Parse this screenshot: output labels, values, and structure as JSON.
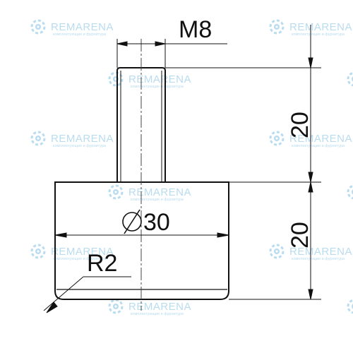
{
  "drawing": {
    "thread_label": "M8",
    "diameter_label": "30",
    "radius_label": "R2",
    "stem_height_label": "20",
    "base_height_label": "20",
    "diameter_symbol": "circle-slash-symbol"
  },
  "watermark": {
    "brand": "REMARENA",
    "tagline": "комплектующие и фурнитура",
    "color": "#b9dcef",
    "logo_icon": "gear-logo-icon"
  },
  "colors": {
    "line": "#111111",
    "centerline": "#444444"
  }
}
